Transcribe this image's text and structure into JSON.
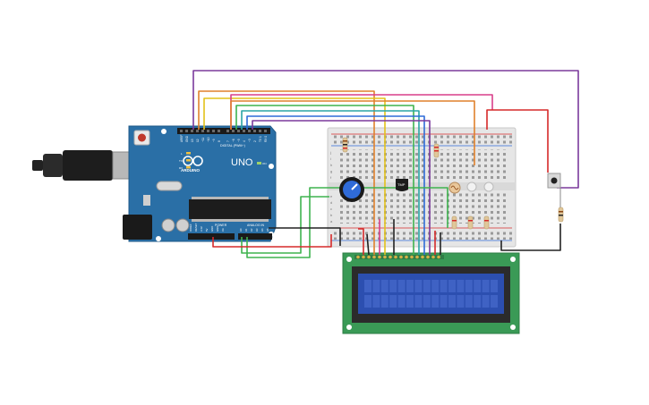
{
  "arduino": {
    "brand": "ARDUINO",
    "model": "UNO",
    "digital_label": "DIGITAL (PWM~)",
    "power_label": "POWER",
    "analog_label": "ANALOG IN",
    "led_labels": [
      "L",
      "TX",
      "RX"
    ],
    "on_label": "ON",
    "top_pin_labels": [
      "AREF",
      "GND",
      "13",
      "12",
      "~11",
      "~10",
      "~9",
      "8",
      "7",
      "~6",
      "~5",
      "4",
      "~3",
      "2",
      "TX 1",
      "RX 0"
    ],
    "bottom_pin_labels": [
      "IOREF",
      "RESET",
      "3.3V",
      "5V",
      "GND",
      "GND",
      "Vin",
      "A0",
      "A1",
      "A2",
      "A3",
      "A4",
      "A5"
    ]
  },
  "sensor_label": "TMP",
  "breadboard": {
    "row_letters_top": [
      "j",
      "i",
      "h",
      "g",
      "f"
    ],
    "row_letters_bottom": [
      "e",
      "d",
      "c",
      "b",
      "a"
    ]
  },
  "lcd": {
    "pin_count": 16
  },
  "colors": {
    "arduino_board": "#2a6fa6",
    "breadboard": "#e8e8e8",
    "lcd_pcb": "#3a9a56",
    "lcd_screen": "#2c4fb0",
    "wire_purple": "#7b3a9c",
    "wire_orange": "#e0812c",
    "wire_yellow": "#e3c21a",
    "wire_pink": "#d83f8a",
    "wire_green": "#3fb34f",
    "wire_teal": "#2aa5a5",
    "wire_blue": "#2f6bd8",
    "wire_red": "#d62a2a",
    "wire_black": "#222222"
  }
}
